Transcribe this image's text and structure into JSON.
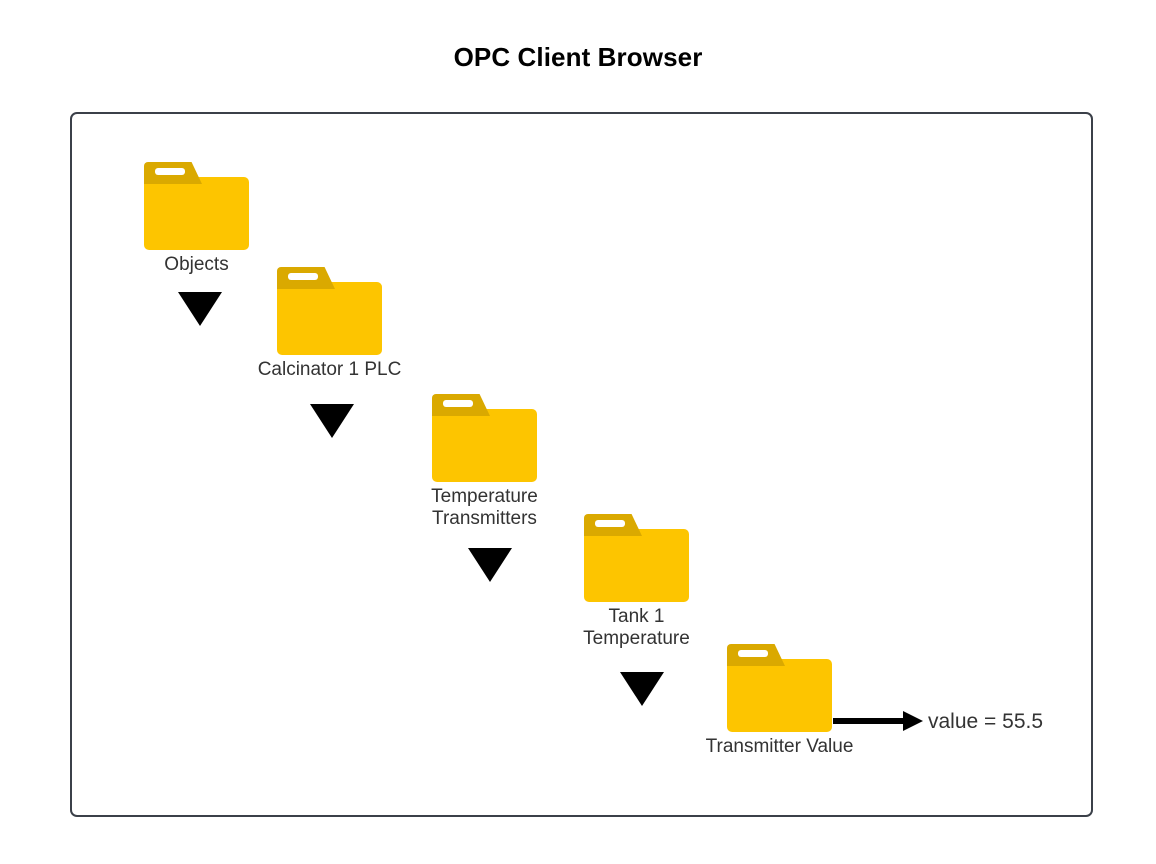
{
  "page": {
    "title": "OPC Client Browser",
    "background_color": "#ffffff",
    "frame_border_color": "#3b4049"
  },
  "colors": {
    "folder_body": "#fdc500",
    "folder_tab": "#daa900",
    "folder_slot": "#ffffff",
    "arrow": "#000000",
    "label_text": "#333333",
    "title_text": "#000000"
  },
  "diagram": {
    "type": "tree-browser-hierarchy",
    "nodes": [
      {
        "id": "objects",
        "label": "Objects",
        "label_lines": [
          "Objects"
        ],
        "icon": "folder-icon",
        "depth": 0
      },
      {
        "id": "calcinator-1-plc",
        "label": "Calcinator 1 PLC",
        "label_lines": [
          "Calcinator 1 PLC"
        ],
        "icon": "folder-icon",
        "depth": 1
      },
      {
        "id": "temperature-transmitters",
        "label": "Temperature Transmitters",
        "label_lines": [
          "Temperature",
          "Transmitters"
        ],
        "icon": "folder-icon",
        "depth": 2
      },
      {
        "id": "tank-1-temperature",
        "label": "Tank 1 Temperature",
        "label_lines": [
          "Tank 1",
          "Temperature"
        ],
        "icon": "folder-icon",
        "depth": 3
      },
      {
        "id": "transmitter-value",
        "label": "Transmitter Value",
        "label_lines": [
          "Transmitter Value"
        ],
        "icon": "folder-icon",
        "depth": 4
      }
    ],
    "connectors": [
      {
        "from": "objects",
        "to": "calcinator-1-plc",
        "style": "down-triangle"
      },
      {
        "from": "calcinator-1-plc",
        "to": "temperature-transmitters",
        "style": "down-triangle"
      },
      {
        "from": "temperature-transmitters",
        "to": "tank-1-temperature",
        "style": "down-triangle"
      },
      {
        "from": "tank-1-temperature",
        "to": "transmitter-value",
        "style": "down-triangle"
      },
      {
        "from": "transmitter-value",
        "to": "value-readout",
        "style": "right-arrow"
      }
    ],
    "readout": {
      "id": "value-readout",
      "text": "value = 55.5",
      "key": "value",
      "operator": "=",
      "value": "55.5"
    }
  }
}
